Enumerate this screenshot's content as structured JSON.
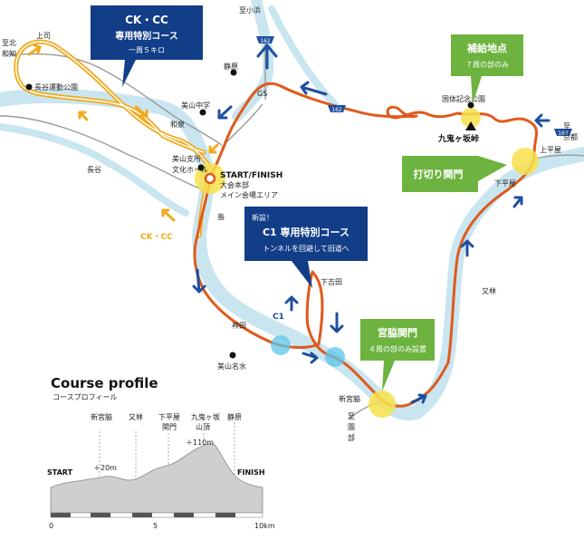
{
  "labels": {
    "to_ojika": "至小浜",
    "to_kitawachi_1": "至北",
    "to_kitawachi_2": "和知",
    "kamishi": "上司",
    "hasetani_park": "長谷運動公園",
    "izumi": "和泉",
    "hasetani": "長谷",
    "miyama_jhs": "美山中学",
    "shizuhara_top": "静原",
    "gs": "GS",
    "miyama_branch_1": "美山支所",
    "miyama_branch_2": "文化ホール",
    "start_finish": "START/FINISH",
    "hq_1": "大会本部",
    "hq_2": "メイン会場エリア",
    "shima": "島",
    "shimoyoshida": "下吉田",
    "kanda": "神田",
    "miyama_meisui": "美山名水",
    "c1_label": "C1",
    "kokutai_park": "国体記念公園",
    "kukigasaka": "九鬼ヶ坂峠",
    "kamihiraya": "上平屋",
    "shimohiraya": "下平屋",
    "to_kyoto_1": "至",
    "to_kyoto_2": "京都",
    "matabayashi": "又林",
    "shinmiyawaki": "新宮脇",
    "to_sonobe_1": "至",
    "to_sonobe_2": "園",
    "to_sonobe_3": "部",
    "ck_cc": "CK・CC",
    "route162": "162"
  },
  "callouts": {
    "ckcc_title": "CK・CC",
    "ckcc_sub": "専用特別コース",
    "ckcc_note": "一周５キロ",
    "c1_new": "新設！",
    "c1_title": "C1 専用特別コース",
    "c1_note": "トンネルを回避して旧道へ",
    "supply_title": "補給地点",
    "supply_note": "７周の部のみ",
    "cutoff_title": "打切り関門",
    "miyawaki_title": "宮脇関門",
    "miyawaki_note": "４周の部のみ設置"
  },
  "profile": {
    "title": "Course profile",
    "subtitle": "コースプロフィール",
    "pts": [
      "新宮脇",
      "又林",
      "下平屋",
      "関門",
      "九鬼ヶ坂",
      "山頂",
      "静原"
    ],
    "start": "START",
    "finish": "FINISH",
    "elev1": "＋20m",
    "elev2": "＋110m",
    "scale0": "0",
    "scale5": "5",
    "scale10": "10km"
  },
  "colors": {
    "river": "#c9e6f0",
    "main_course": "#e05a1c",
    "ckcc_course": "#f2a91c",
    "road": "#9a9a9a",
    "arrow_blue": "#1f4fa0",
    "callout_blue": "#123d87",
    "callout_green": "#6db33f",
    "highlight_yellow": "#f7e14a"
  }
}
